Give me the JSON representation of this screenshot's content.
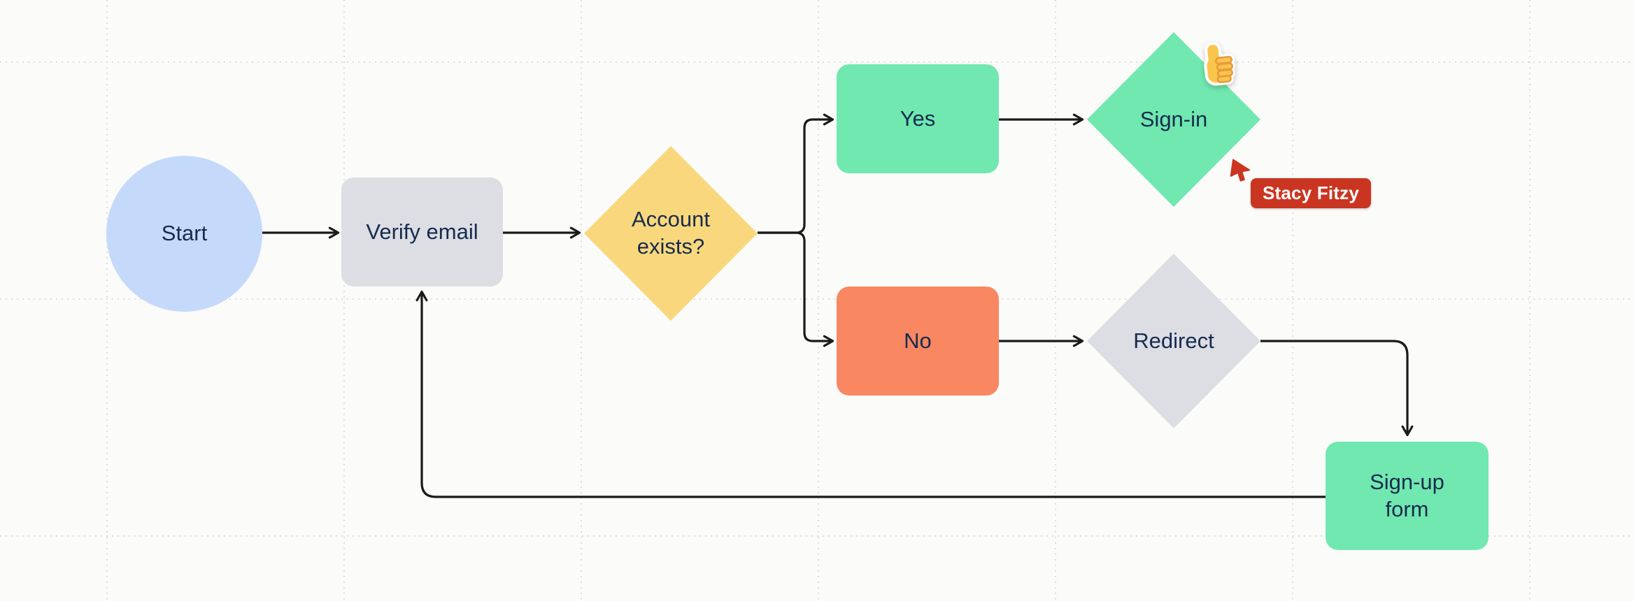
{
  "canvas": {
    "css_vars": {
      "bg": "#FBFBFA",
      "line": "#1A1A1A",
      "grid": "#DCDDE3",
      "text": "#172B4D"
    }
  },
  "nodes": [
    {
      "id": "start",
      "label": "Start",
      "shape": "circle",
      "color": "#C5DAFA"
    },
    {
      "id": "verify-email",
      "label": "Verify email",
      "shape": "rect",
      "color": "#DCDEE4"
    },
    {
      "id": "account-exists",
      "label": "Account exists?",
      "shape": "diamond",
      "color": "#F9D87D"
    },
    {
      "id": "yes",
      "label": "Yes",
      "shape": "rect",
      "color": "#70E8B0"
    },
    {
      "id": "sign-in",
      "label": "Sign-in",
      "shape": "diamond",
      "color": "#70E8B0"
    },
    {
      "id": "no",
      "label": "No",
      "shape": "rect",
      "color": "#F98762"
    },
    {
      "id": "redirect",
      "label": "Redirect",
      "shape": "diamond",
      "color": "#DCDEE4"
    },
    {
      "id": "signup-form",
      "label": "Sign-up form",
      "shape": "rect",
      "color": "#70E8B0"
    }
  ],
  "edges": [
    {
      "from": "start",
      "to": "verify-email"
    },
    {
      "from": "verify-email",
      "to": "account-exists"
    },
    {
      "from": "account-exists",
      "to": "yes"
    },
    {
      "from": "account-exists",
      "to": "no"
    },
    {
      "from": "yes",
      "to": "sign-in"
    },
    {
      "from": "no",
      "to": "redirect"
    },
    {
      "from": "redirect",
      "to": "signup-form"
    },
    {
      "from": "signup-form",
      "to": "verify-email"
    }
  ],
  "collaborator": {
    "name": "Stacy Fitzy",
    "color": "#CA3521"
  },
  "reaction": {
    "icon": "thumbs-up-emoji",
    "main_color": "#FAC54D",
    "outline_color": "#E79A3C"
  }
}
